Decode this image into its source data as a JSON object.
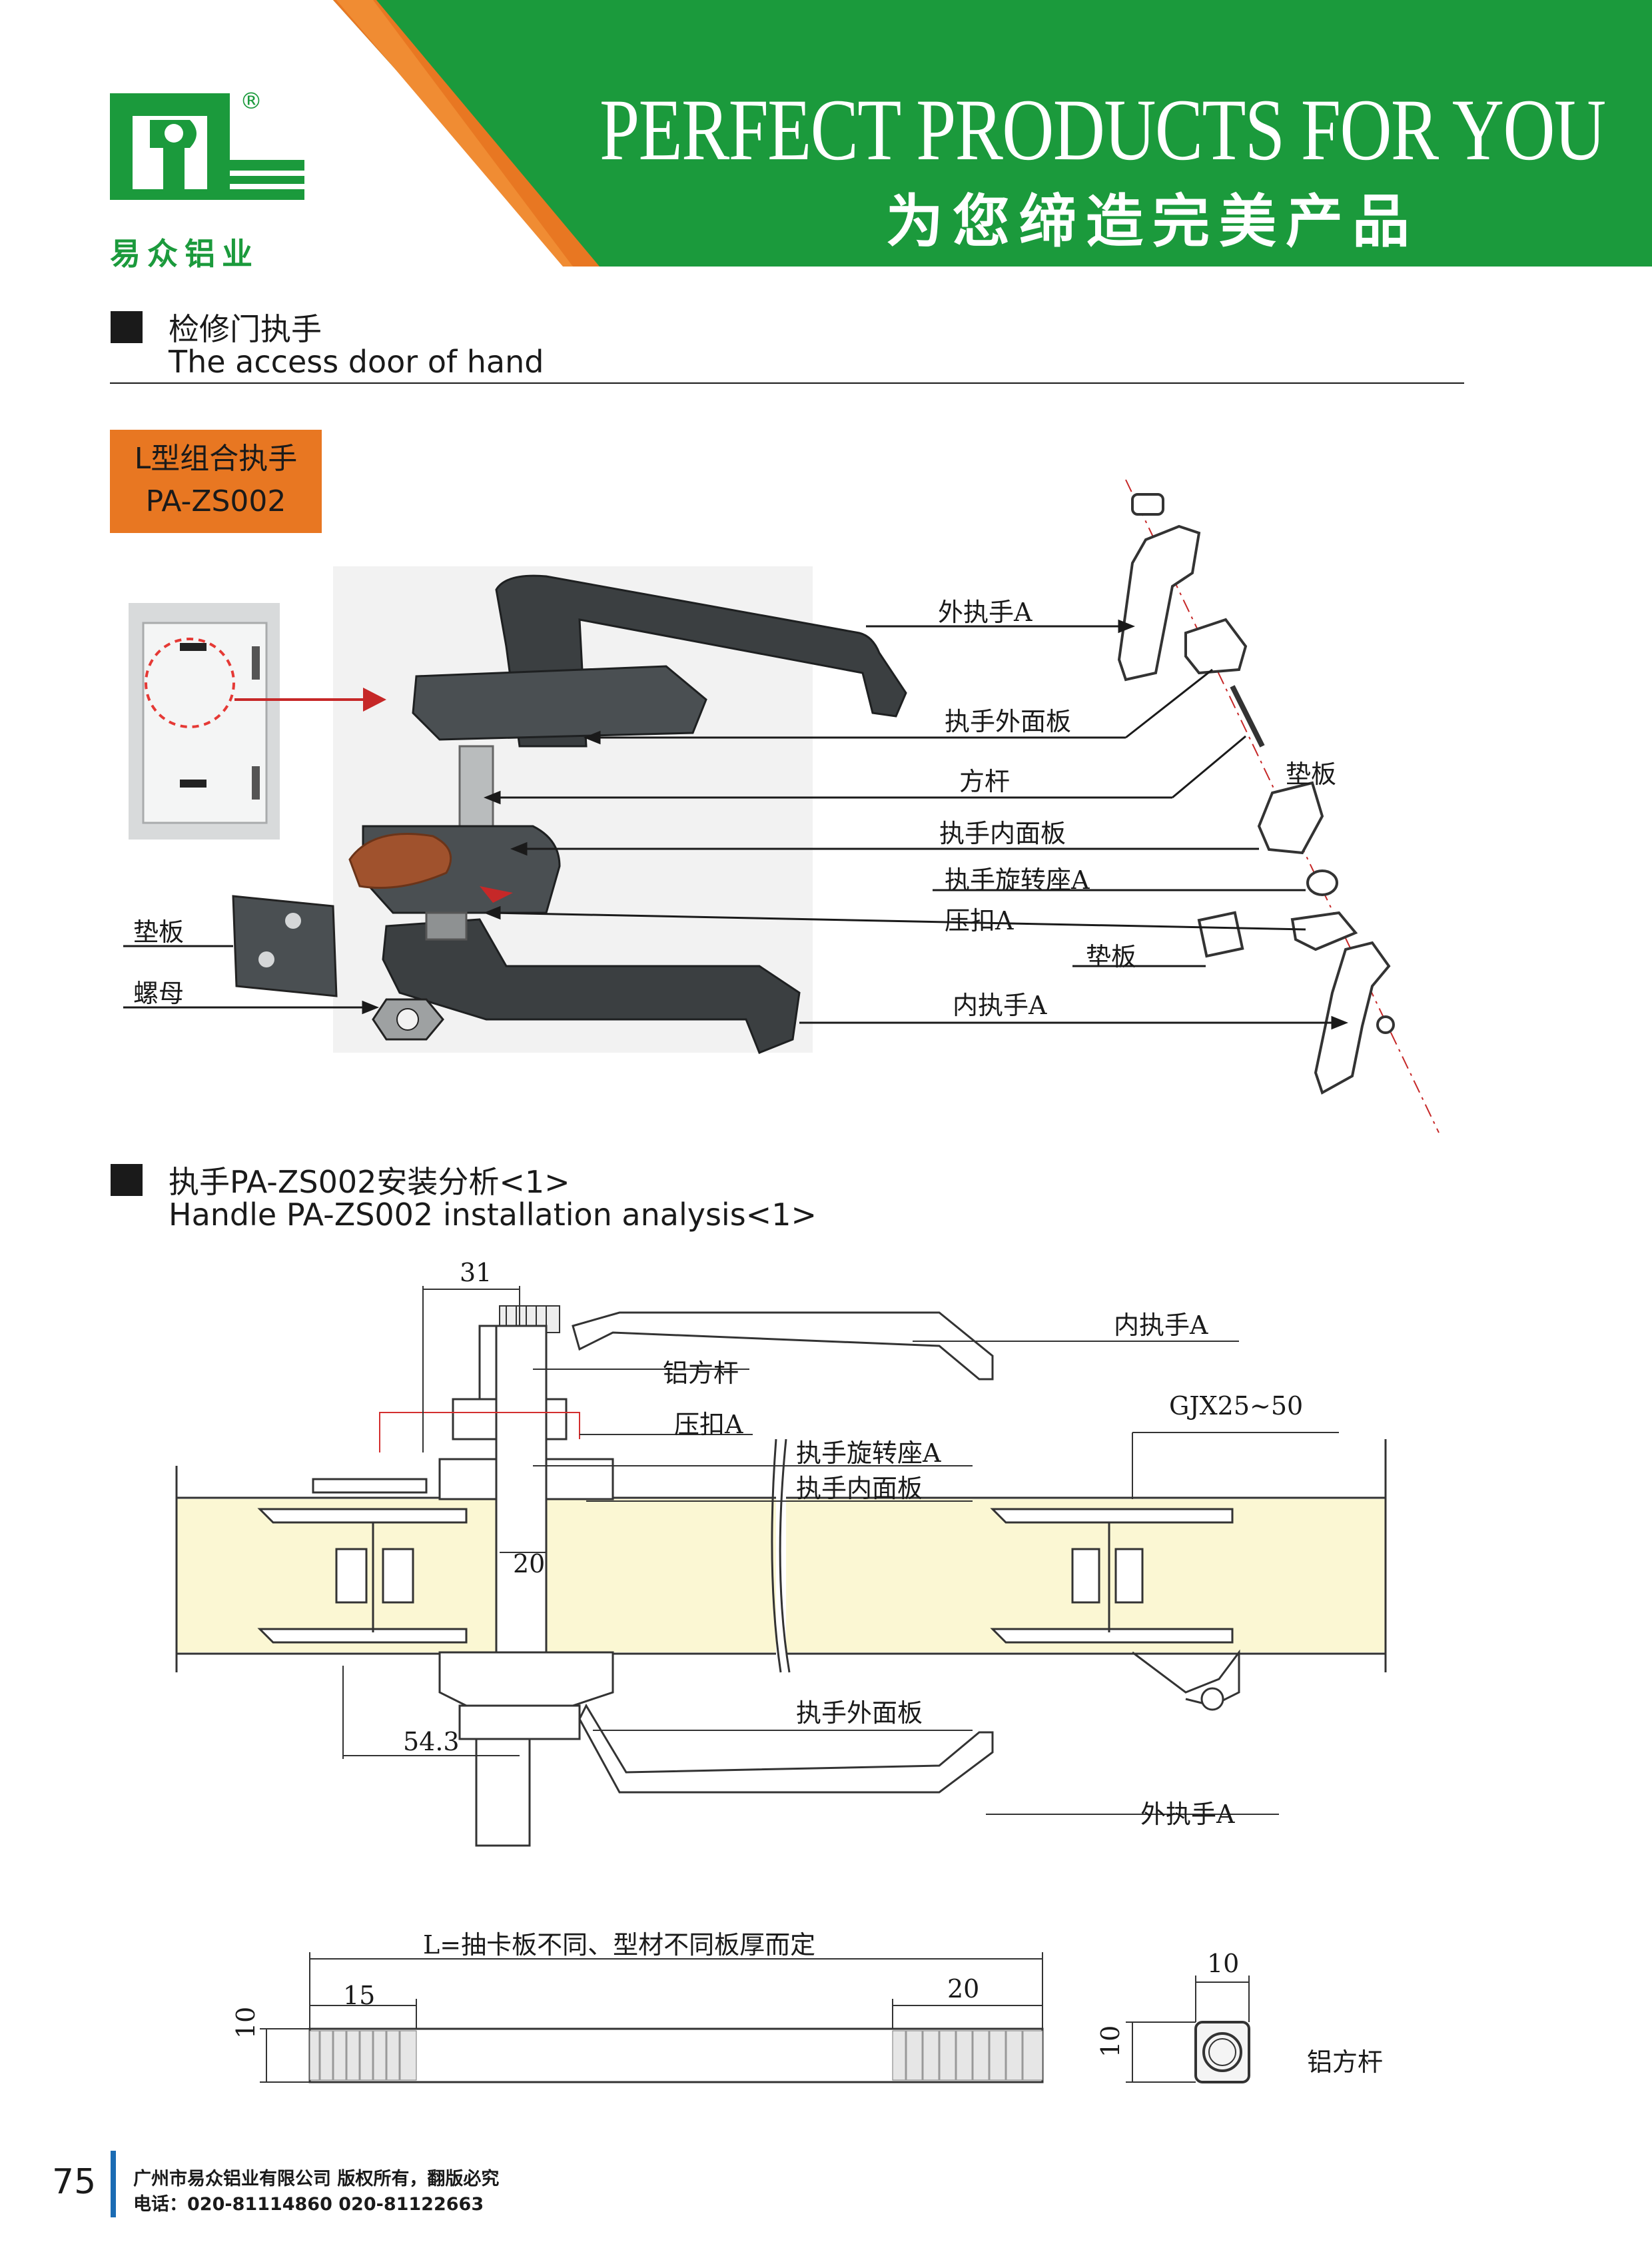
{
  "header": {
    "title_en": "PERFECT PRODUCTS FOR YOU",
    "title_cn": "为您缔造完美产品",
    "brand": "易众铝业",
    "registered_mark": "®",
    "colors": {
      "green": "#1b9a3c",
      "orange": "#e87722"
    }
  },
  "section1": {
    "title_cn": "检修门执手",
    "title_en": "The access door of hand"
  },
  "product_tag": {
    "line1": "L型组合执手",
    "line2": "PA-ZS002"
  },
  "exploded_labels": {
    "outer_handle": "外执手A",
    "outer_panel": "执手外面板",
    "square_rod": "方杆",
    "gasket_right": "垫板",
    "inner_panel": "执手内面板",
    "rotating_seat": "执手旋转座A",
    "press_buckle": "压扣A",
    "gasket_mid": "垫板",
    "inner_handle": "内执手A",
    "gasket_left": "垫板",
    "nut": "螺母"
  },
  "section2": {
    "title_cn": "执手PA-ZS002安装分析<1>",
    "title_en": "Handle PA-ZS002 installation analysis<1>"
  },
  "install_labels": {
    "inner_handle": "内执手A",
    "aluminum_rod": "铝方杆",
    "press_buckle": "压扣A",
    "rotating_seat": "执手旋转座A",
    "inner_panel": "执手内面板",
    "profile": "GJX25~50",
    "outer_panel": "执手外面板",
    "outer_handle": "外执手A",
    "dim_31": "31",
    "dim_20": "20",
    "dim_543": "54.3"
  },
  "rod_drawing": {
    "length_note": "L=抽卡板不同、型材不同板厚而定",
    "dim_15": "15",
    "dim_20": "20",
    "dim_10_side": "10",
    "dim_10_top": "10",
    "dim_10_left": "10",
    "section_label": "铝方杆"
  },
  "footer": {
    "page_number": "75",
    "company": "广州市易众铝业有限公司 版权所有，翻版必究",
    "phone": "电话：020-81114860    020-81122663"
  }
}
